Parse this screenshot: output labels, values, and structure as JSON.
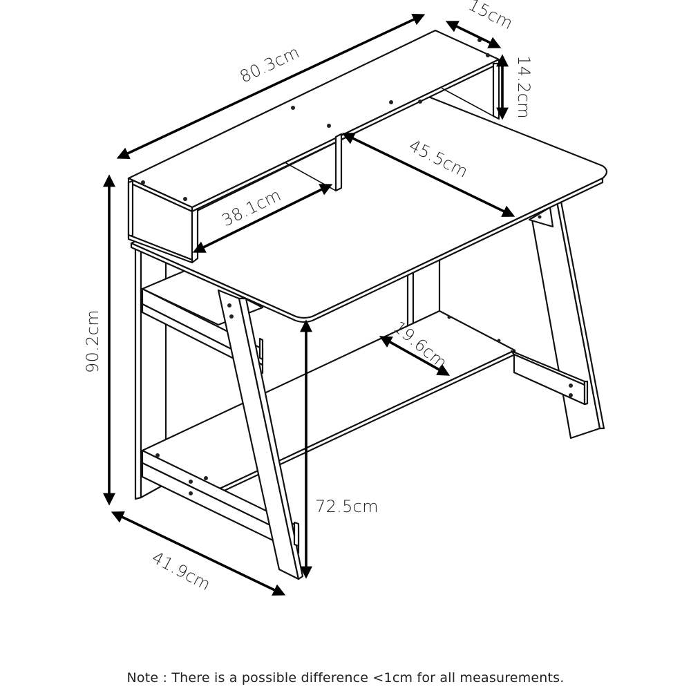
{
  "diagram": {
    "subject": "Desk with hutch shelf, A-frame legs and lower shelf",
    "dimensions": {
      "total_width": "80.3cm",
      "hutch_depth": "15cm",
      "hutch_height": "14.2cm",
      "desktop_depth": "45.5cm",
      "hutch_cubby_width": "38.1cm",
      "total_height": "90.2cm",
      "lower_shelf_depth": "19.6cm",
      "desk_height": "72.5cm",
      "base_depth": "41.9cm"
    }
  },
  "footer": {
    "note": "Note : There is a possible difference <1cm for all measurements."
  }
}
